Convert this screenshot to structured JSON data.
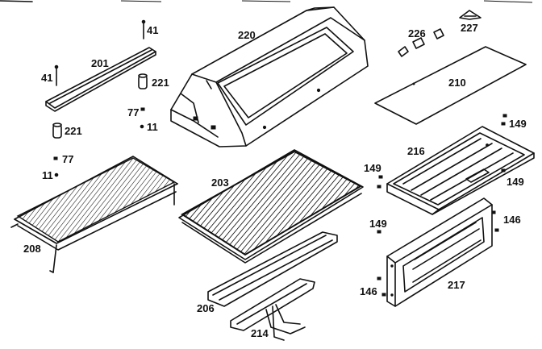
{
  "labels": {
    "hood": "220",
    "handle": "201",
    "screw_top": "41",
    "screw_left": "41",
    "spacer_top": "221",
    "spacer_left": "221",
    "bolt_top": "77",
    "nut_top": "11",
    "bolt_left": "77",
    "nut_left": "11",
    "warming_rack": "208",
    "cooking_grid": "203",
    "heat_shield": "206",
    "burner": "214",
    "clip_pair": "226",
    "bracket": "227",
    "plate": "210",
    "panel_upper": "216",
    "panel_lower": "217",
    "fastener_a": "149",
    "fastener_b": "149",
    "fastener_c": "149",
    "fastener_d": "149",
    "fastener_e": "146",
    "fastener_f": "146"
  }
}
